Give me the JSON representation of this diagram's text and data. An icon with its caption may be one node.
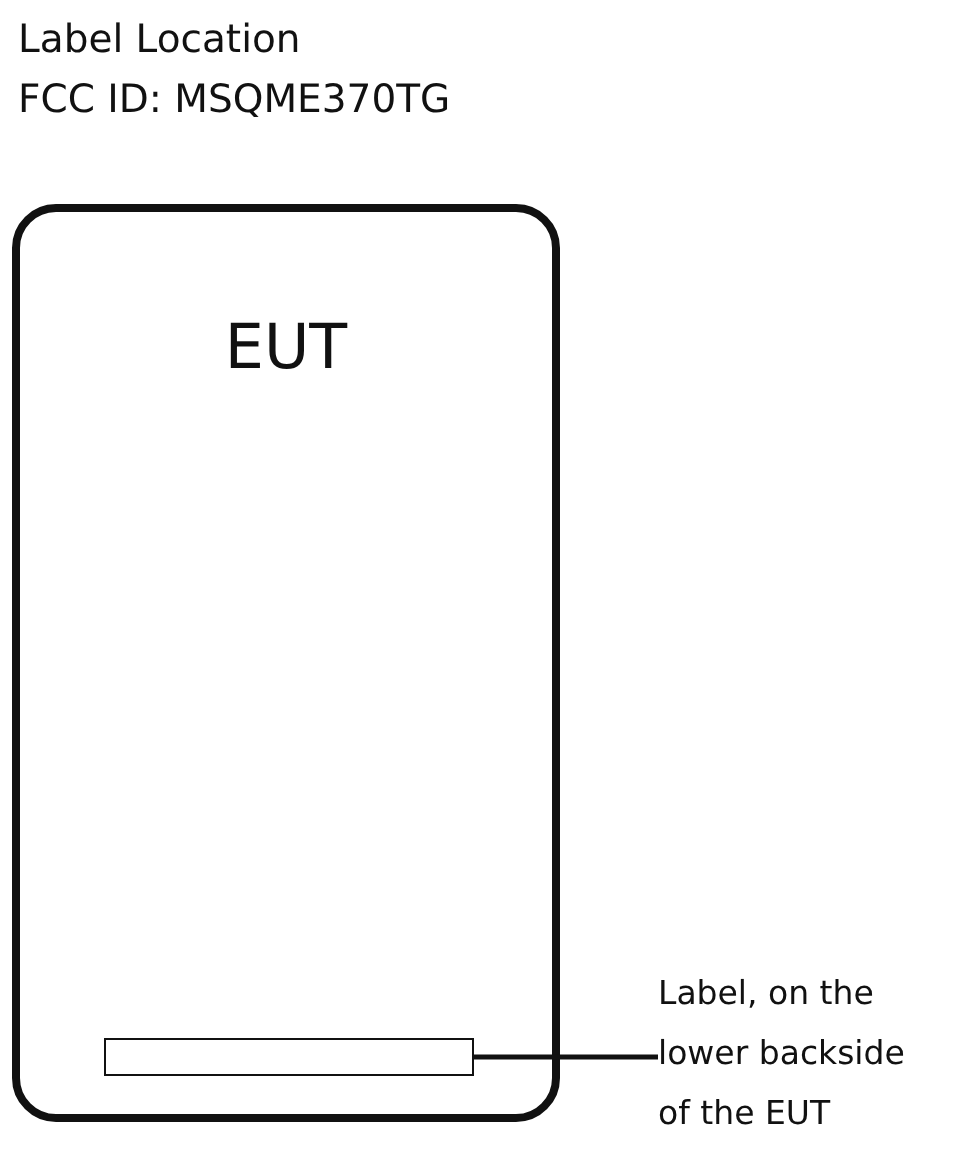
{
  "diagram": {
    "title": "Label Location",
    "nodes": [
      {
        "text": [
          "EUT"
        ]
      },
      {
        "text": [],
        "shape": "box",
        "in": 0
      },
      {
        "text": [
          "Label, on the lower backside of the EUT"
        ]
      }
    ],
    "edges": [
      {
        "from": 2,
        "to": 1,
        "arrow": "none"
      }
    ],
    "labels": [
      "FCC ID: MSQME370TG"
    ]
  }
}
